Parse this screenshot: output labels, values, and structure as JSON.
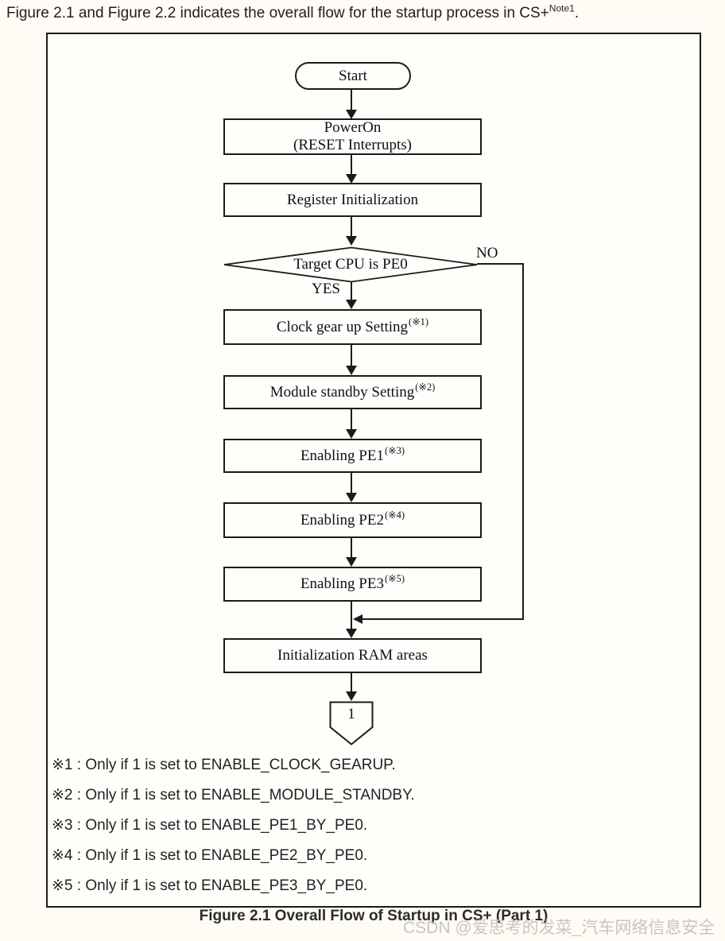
{
  "colors": {
    "ink": "#1b1b1b",
    "node_text": "#10101a",
    "watermark_text": "#c9c4c0",
    "page_background": "#fffcf5"
  },
  "header": {
    "text": "Figure 2.1 and Figure 2.2 indicates the overall flow for the startup process in CS+",
    "sup": "Note1",
    "suffix": "."
  },
  "flowchart": {
    "nodes": {
      "start": "Start",
      "poweron_line1": "PowerOn",
      "poweron_line2": "(RESET Interrupts)",
      "register": "Register Initialization",
      "decision": "Target CPU is PE0",
      "clock": "Clock gear up Setting",
      "clock_sup": "(※1)",
      "module": "Module standby Setting",
      "module_sup": "(※2)",
      "pe1": "Enabling PE1",
      "pe1_sup": "(※3)",
      "pe2": "Enabling PE2",
      "pe2_sup": "(※4)",
      "pe3": "Enabling PE3",
      "pe3_sup": "(※5)",
      "ram": "Initialization RAM areas",
      "offpage_connector": "1"
    },
    "branch_labels": {
      "yes": "YES",
      "no": "NO"
    }
  },
  "notes": [
    "※1 : Only if 1 is set to ENABLE_CLOCK_GEARUP.",
    "※2 : Only if 1 is set to ENABLE_MODULE_STANDBY.",
    "※3 : Only if 1 is set to ENABLE_PE1_BY_PE0.",
    "※4 : Only if 1 is set to ENABLE_PE2_BY_PE0.",
    "※5 : Only if 1 is set to ENABLE_PE3_BY_PE0."
  ],
  "caption": "Figure 2.1 Overall Flow of Startup in CS+ (Part 1)",
  "watermark": "CSDN @爱思考的发菜_汽车网络信息安全"
}
